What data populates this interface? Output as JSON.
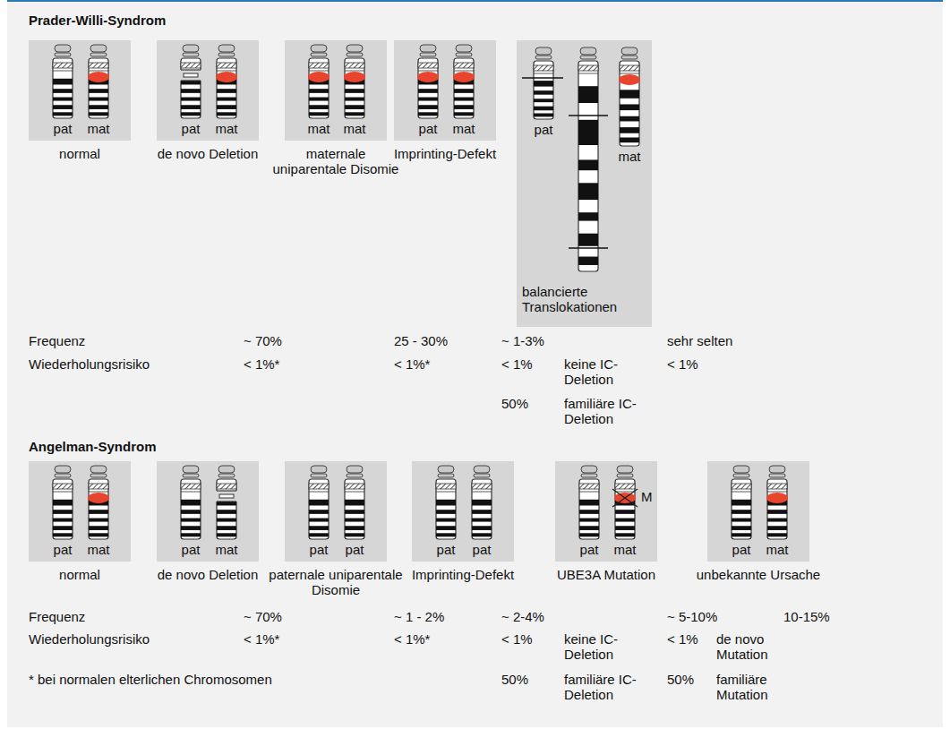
{
  "diagram": {
    "nodes": [
      {
        "text": [
          "pat",
          "mat",
          "normal"
        ]
      },
      {
        "text": [
          "pat",
          "mat",
          "de novo Deletion"
        ]
      },
      {
        "text": [
          "mat",
          "mat",
          "maternale uniparentale Disomie"
        ]
      },
      {
        "text": [
          "pat",
          "mat",
          "Imprinting-Defekt"
        ]
      },
      {
        "text": [
          "pat",
          "mat",
          "balancierte Translokationen"
        ]
      },
      {
        "text": [
          "pat",
          "mat",
          "normal"
        ]
      },
      {
        "text": [
          "pat",
          "mat",
          "de novo Deletion"
        ]
      },
      {
        "text": [
          "pat",
          "pat",
          "paternale uniparentale Disomie"
        ]
      },
      {
        "text": [
          "pat",
          "pat",
          "Imprinting-Defekt"
        ]
      },
      {
        "text": [
          "pat",
          "mat",
          "UBE3A Mutation"
        ]
      },
      {
        "text": [
          "pat",
          "mat",
          "unbekannte Ursache"
        ]
      }
    ],
    "labels": [
      "Prader-Willi-Syndrom",
      "Frequenz",
      "~ 70%",
      "25 - 30%",
      "~ 1-3%",
      "sehr selten",
      "Wiederholungsrisiko",
      "< 1%*",
      "< 1%*",
      "< 1%",
      "keine IC-Deletion",
      "< 1%",
      "50%",
      "familiäre IC-Deletion",
      "Angelman-Syndrom",
      "M",
      "Frequenz",
      "~ 70%",
      "~ 1 - 2%",
      "~ 2-4%",
      "~ 5-10%",
      "10-15%",
      "Wiederholungsrisiko",
      "< 1%*",
      "< 1%*",
      "< 1%",
      "keine IC-Deletion",
      "< 1%",
      "de novo Mutation",
      "* bei normalen elterlichen Chromosomen",
      "50%",
      "familiäre IC-Deletion",
      "50%",
      "familiäre Mutation"
    ]
  }
}
